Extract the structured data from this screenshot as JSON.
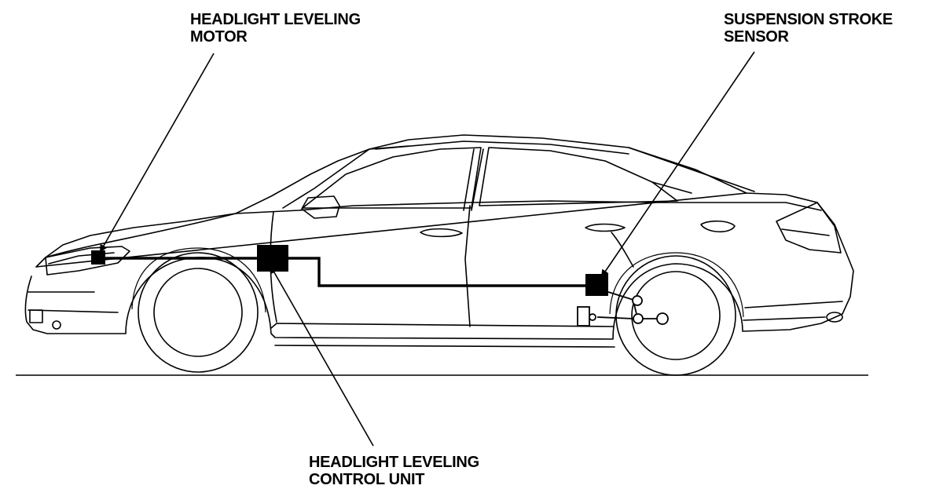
{
  "labels": {
    "headlight_motor": {
      "line1": "HEADLIGHT LEVELING",
      "line2": "MOTOR"
    },
    "suspension_sensor": {
      "line1": "SUSPENSION STROKE",
      "line2": "SENSOR"
    },
    "control_unit": {
      "line1": "HEADLIGHT LEVELING",
      "line2": "CONTROL UNIT"
    }
  },
  "colors": {
    "ink": "#000000",
    "background": "#ffffff"
  }
}
